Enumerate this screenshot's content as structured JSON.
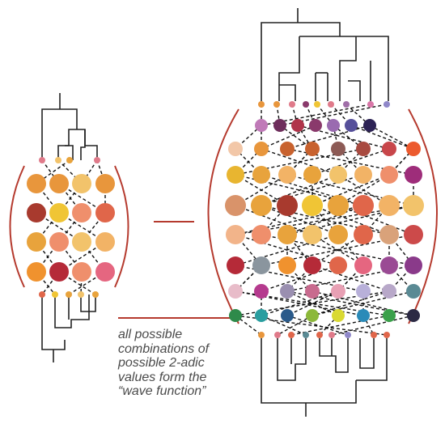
{
  "caption": {
    "lines": [
      "all possible",
      "combinations of",
      "possible 2-adic",
      "values form the",
      "“wave function”"
    ]
  },
  "colors": {
    "tree_line": "#222222",
    "bracket": "#b53a2e",
    "connector": "#b53a2e",
    "dashed_link": "#111111"
  },
  "left_cluster": {
    "top_node_colors": [
      "#e07a8a",
      "#f2c36b",
      "#e8a33c",
      "#e07a8a"
    ],
    "grid_colors": [
      [
        "#e8963c",
        "#e8963c",
        "#f2c36b",
        "#e8963c"
      ],
      [
        "#a83a2e",
        "#f0c535",
        "#ef8f6c",
        "#e0664a"
      ],
      [
        "#e8a33c",
        "#ef8f6c",
        "#f2c36b",
        "#f2b366"
      ],
      [
        "#f0922e",
        "#b52a38",
        "#ef8f6c",
        "#e56680"
      ]
    ],
    "bottom_node_colors": [
      "#e0664a",
      "#f0c535",
      "#e8a33c",
      "#f2c36b",
      "#e8a33c"
    ]
  },
  "right_cluster": {
    "top_node_colors": [
      "#e8963c",
      "#e8963c",
      "#e07a8a",
      "#8a3a6c",
      "#f0c535",
      "#e07a8a",
      "#a06fa8",
      "#d977a8",
      "#8f87c9"
    ],
    "grid_colors": [
      [
        "#c07ab8",
        "#6e2e5c",
        "#b0344a",
        "#8a3a6c",
        "#9a6bb0",
        "#56509a",
        "#2c2254"
      ],
      [
        "#f2c7a8",
        "#e8963c",
        "#c8622e",
        "#c8622e",
        "#8c5a55",
        "#a84a40",
        "#c8464a",
        "#ec5a2e"
      ],
      [
        "#e8b530",
        "#e8a33c",
        "#f2b366",
        "#e8a33c",
        "#f2c36b",
        "#f2b366",
        "#ef8f6c",
        "#9e2d7a"
      ],
      [
        "#d9936a",
        "#e8a33c",
        "#a83a2e",
        "#f0c535",
        "#e8a33c",
        "#e0664a",
        "#f2b366",
        "#f2c36b"
      ],
      [
        "#f2b48a",
        "#ef8f6c",
        "#e8a33c",
        "#f2c36b",
        "#e8a33c",
        "#e0664a",
        "#d9a27a",
        "#cc4a4a"
      ],
      [
        "#b52a38",
        "#8a959e",
        "#f0922e",
        "#b52a38",
        "#e0664a",
        "#e56680",
        "#9a4a94",
        "#8a3a8a"
      ],
      [
        "#e8bcc9",
        "#b53a8e",
        "#9a8fb0",
        "#c86a8e",
        "#e8a0b4",
        "#b8b0d9",
        "#b8a8c9",
        "#5a8a94"
      ],
      [
        "#2e8a4a",
        "#2a9ea0",
        "#2a5a8a",
        "#8cb83a",
        "#d9d932",
        "#2a8ab8",
        "#3aa04a",
        "#2c2a44"
      ]
    ],
    "bottom_node_colors": [
      "#e8963c",
      "#e07a8a",
      "#e0664a",
      "#5a8a94",
      "#e0664a",
      "#e07a8a",
      "#8f87c9",
      "#e0664a",
      "#e0664a"
    ]
  }
}
